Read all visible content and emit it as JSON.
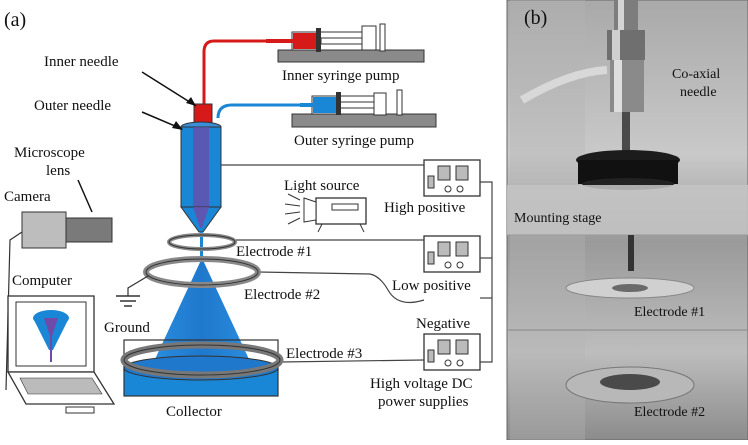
{
  "panel_a": {
    "panel_label": "(a)",
    "inner_needle": "Inner needle",
    "inner_pump": "Inner syringe pump",
    "outer_needle": "Outer needle",
    "outer_pump": "Outer syringe pump",
    "microscope": "Microscope",
    "lens": "lens",
    "camera": "Camera",
    "light_source": "Light source",
    "high_positive": "High positive",
    "electrode1": "Electrode #1",
    "low_positive": "Low positive",
    "computer": "Computer",
    "electrode2": "Electrode #2",
    "ground": "Ground",
    "negative": "Negative",
    "electrode3": "Electrode #3",
    "hv_line1": "High voltage DC",
    "hv_line2": "power supplies",
    "collector": "Collector"
  },
  "panel_b": {
    "panel_label": "(b)",
    "coaxial1": "Co-axial",
    "coaxial2": "needle",
    "mounting": "Mounting stage",
    "electrode1": "Electrode #1",
    "electrode2": "Electrode #2"
  },
  "colors": {
    "blue": "#1a86d6",
    "red": "#d61a1a",
    "gray": "#888888",
    "purple": "#6f4aa8"
  }
}
